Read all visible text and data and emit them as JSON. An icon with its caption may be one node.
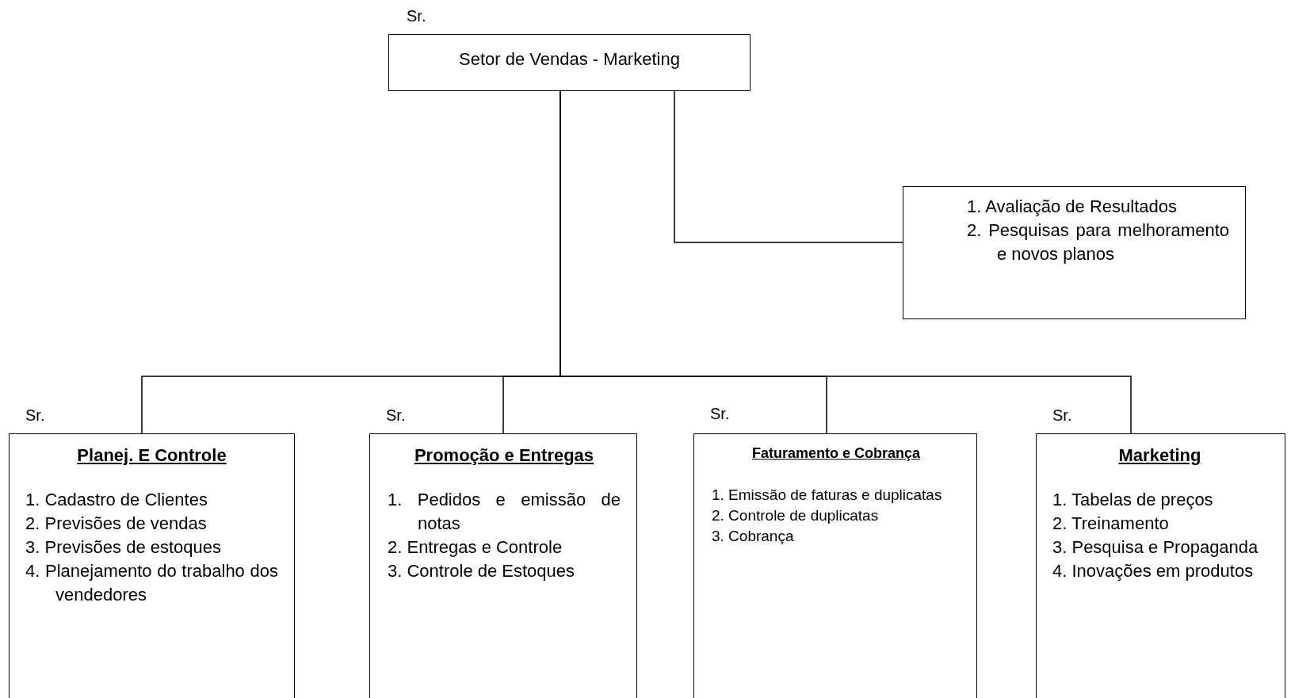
{
  "diagram": {
    "nodes": [
      {
        "text": [
          "Setor de Vendas -  Marketing"
        ],
        "beside": [
          "Sr."
        ]
      },
      {
        "text": [
          "1. Avaliação de Resultados",
          "2. Pesquisas para melhoramento e novos planos"
        ]
      },
      {
        "text": [
          "Planej. E Controle",
          "1. Cadastro de Clientes",
          "2. Previsões de vendas",
          "3. Previsões de estoques",
          "4. Planejamento do trabalho dos vendedores"
        ],
        "beside": [
          "Sr."
        ]
      },
      {
        "text": [
          "Promoção e Entregas",
          "1. Pedidos e emissão de notas",
          "2. Entregas e Controle",
          "3. Controle de Estoques"
        ],
        "beside": [
          "Sr."
        ]
      },
      {
        "text": [
          "Faturamento e Cobrança",
          "1. Emissão de faturas e duplicatas",
          "2. Controle de duplicatas",
          "3. Cobrança"
        ],
        "beside": [
          "Sr."
        ]
      },
      {
        "text": [
          "Marketing",
          "1. Tabelas de preços",
          "2. Treinamento",
          "3. Pesquisa e Propaganda",
          "4. Inovações em produtos"
        ],
        "beside": [
          "Sr."
        ]
      }
    ],
    "edges": [
      {
        "from": 0,
        "to": 1,
        "arrow": "none"
      },
      {
        "from": 0,
        "to": 2,
        "arrow": "none"
      },
      {
        "from": 0,
        "to": 3,
        "arrow": "none"
      },
      {
        "from": 0,
        "to": 4,
        "arrow": "none"
      },
      {
        "from": 0,
        "to": 5,
        "arrow": "none"
      }
    ]
  }
}
